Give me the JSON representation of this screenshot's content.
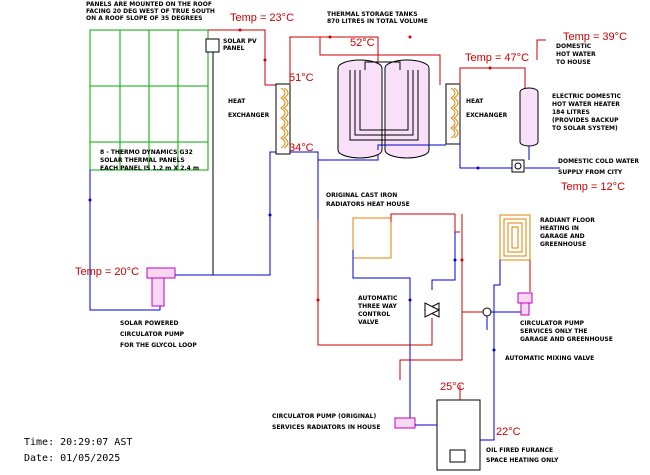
{
  "labels": {
    "panels_mounted": [
      "PANELS ARE MOUNTED ON THE ROOF",
      "FACING 20 DEG WEST OF TRUE SOUTH",
      "ON A ROOF SLOPE OF 35 DEGREES"
    ],
    "solar_pv": [
      "SOLAR PV",
      "PANEL"
    ],
    "thermal_storage": [
      "THERMAL STORAGE TANKS",
      "870 LITRES IN TOTAL VOLUME"
    ],
    "heat_exchanger_1": [
      "HEAT",
      "EXCHANGER"
    ],
    "heat_exchanger_2": [
      "HEAT",
      "EXCHANGER"
    ],
    "domestic_hot_water": [
      "DOMESTIC",
      "HOT WATER",
      "TO HOUSE"
    ],
    "electric_heater": [
      "ELECTRIC DOMESTIC",
      "HOT WATER HEATER",
      "184 LITRES",
      "(PROVIDES BACKUP",
      "TO SOLAR SYSTEM)"
    ],
    "thermal_panels": [
      "8 - THERMO DYNAMICS G32",
      "SOLAR THERMAL PANELS",
      "EACH PANEL IS 1.2 m X 2.4 m"
    ],
    "cold_water": [
      "DOMESTIC COLD WATER",
      "SUPPLY FROM CITY"
    ],
    "cast_iron": [
      "ORIGINAL CAST IRON",
      "RADIATORS HEAT HOUSE"
    ],
    "radiant_floor": [
      "RADIANT FLOOR",
      "HEATING IN",
      "GARAGE AND",
      "GREENHOUSE"
    ],
    "three_way_valve": [
      "AUTOMATIC",
      "THREE WAY",
      "CONTROL",
      "VALVE"
    ],
    "circ_pump_garage": [
      "CIRCULATOR PUMP",
      "SERVICES ONLY THE",
      "GARAGE AND GREENHOUSE"
    ],
    "mixing_valve": [
      "AUTOMATIC MIXING VALVE"
    ],
    "solar_pump": [
      "SOLAR POWERED",
      "CIRCULATOR PUMP",
      "FOR THE GLYCOL LOOP"
    ],
    "circ_pump_orig": [
      "CIRCULATOR PUMP (ORIGINAL)",
      "SERVICES RADIATORS IN HOUSE"
    ],
    "furnace": [
      "OIL FIRED FURANCE",
      "SPACE HEATING ONLY"
    ]
  },
  "temps": {
    "roof_out": "Temp = 23°C",
    "hx1_in": "51°C",
    "tank_top": "52°C",
    "hx1_out": "34°C",
    "hx2_in": "Temp = 47°C",
    "dhw_out": "Temp = 39°C",
    "city_in": "Temp = 12°C",
    "solar_return": "Temp = 20°C",
    "furnace_out": "25°C",
    "furnace_in": "22°C"
  },
  "footer": {
    "time": "Time: 20:29:07 AST",
    "date": "Date: 01/05/2025"
  }
}
